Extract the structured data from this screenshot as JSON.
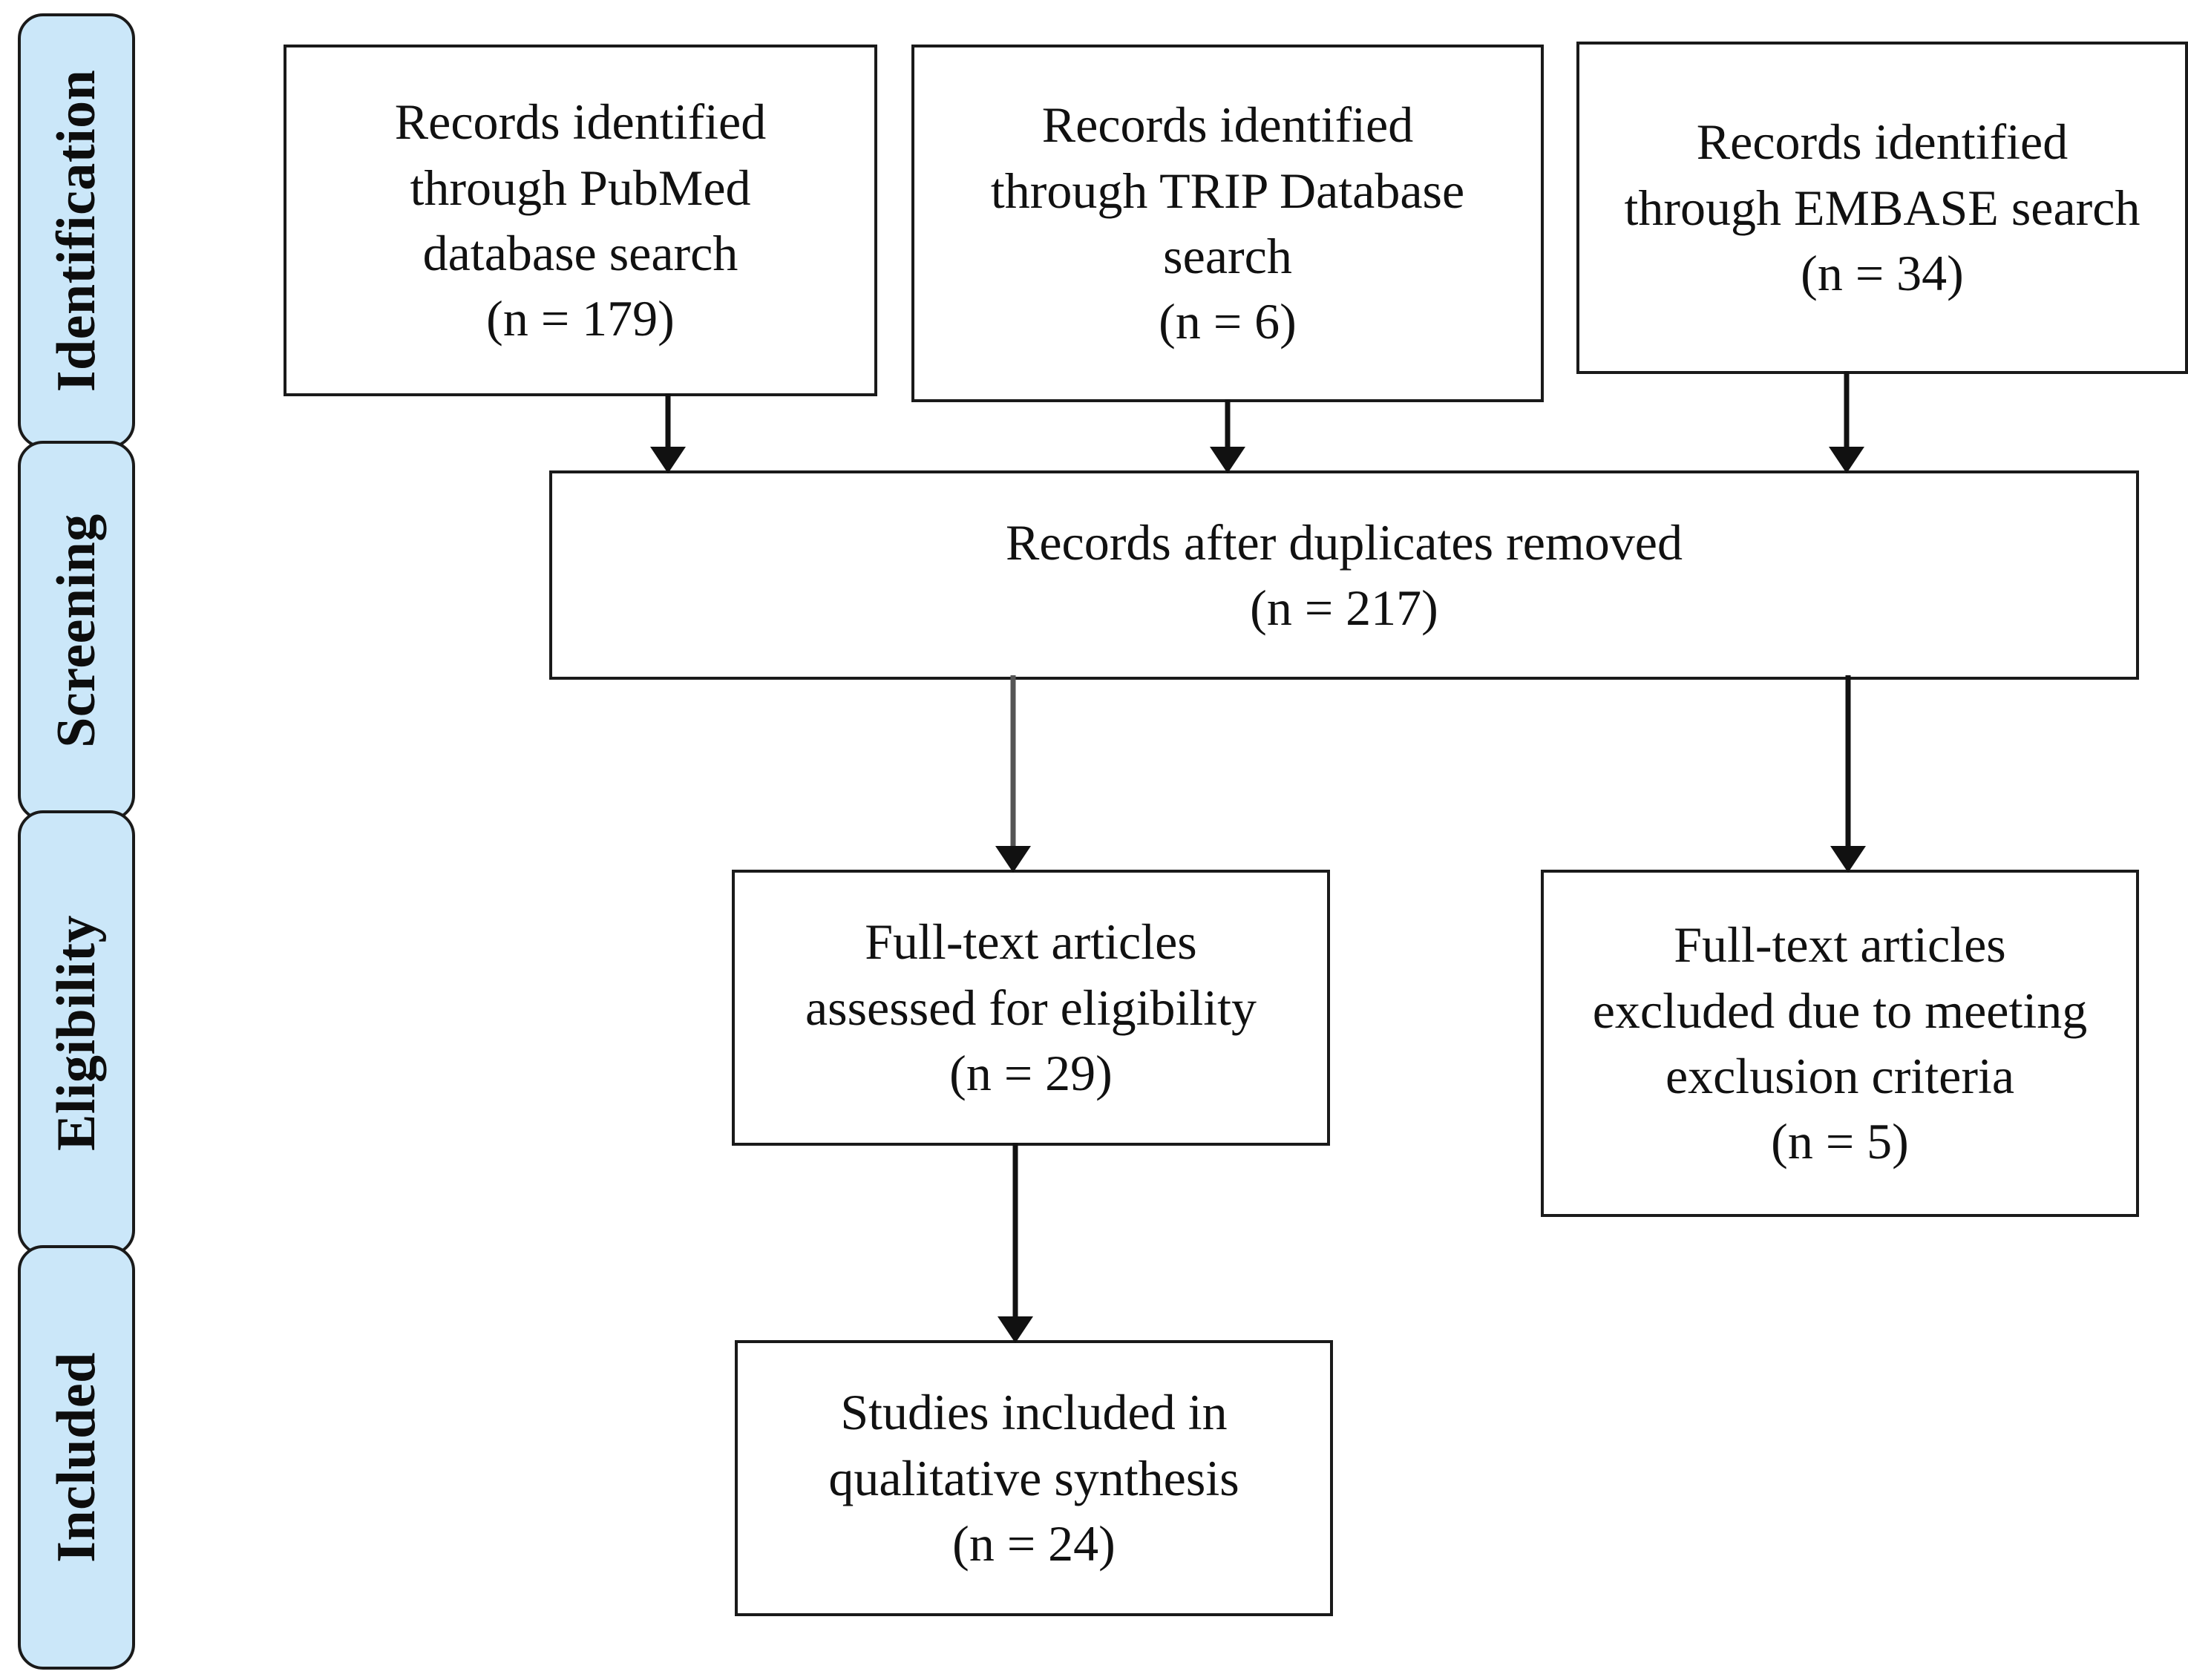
{
  "diagram": {
    "title": "PRISMA study selection flow diagram",
    "colors": {
      "stage_fill": "#cbe7f9",
      "border": "#1a1a1a",
      "box_fill": "#ffffff",
      "text": "#111111"
    }
  },
  "stages": [
    {
      "label": "Identification"
    },
    {
      "label": "Screening"
    },
    {
      "label": "Eligibility"
    },
    {
      "label": "Included"
    }
  ],
  "boxes": {
    "pubmed": {
      "lines": [
        "Records identified",
        "through PubMed",
        "database search",
        "(n = 179)"
      ],
      "count": 179,
      "source": "PubMed"
    },
    "trip": {
      "lines": [
        "Records identified",
        "through TRIP Database",
        "search",
        "(n = 6)"
      ],
      "count": 6,
      "source": "TRIP Database"
    },
    "embase": {
      "lines": [
        "Records identified",
        "through EMBASE search",
        "(n = 34)"
      ],
      "count": 34,
      "source": "EMBASE"
    },
    "duplicates_removed": {
      "lines": [
        "Records after duplicates removed",
        "(n = 217)"
      ],
      "count": 217
    },
    "eligibility_assessed": {
      "lines": [
        "Full-text articles",
        "assessed for eligibility",
        "(n = 29)"
      ],
      "count": 29
    },
    "excluded": {
      "lines": [
        "Full-text articles",
        "excluded due to meeting",
        "exclusion criteria",
        "(n = 5)"
      ],
      "count": 5
    },
    "included_studies": {
      "lines": [
        "Studies included in",
        "qualitative synthesis",
        "(n = 24)"
      ],
      "count": 24
    }
  }
}
